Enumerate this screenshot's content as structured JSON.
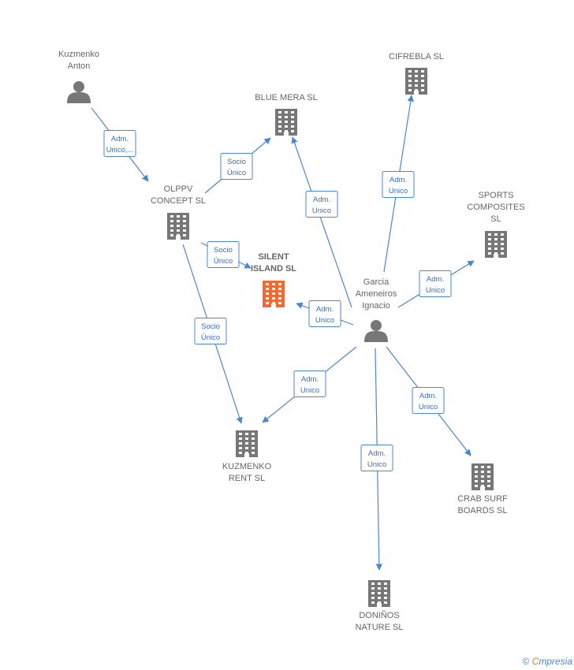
{
  "nodes": [
    {
      "id": "kuzmenko_anton",
      "kind": "person",
      "label": [
        "Kuzmenko",
        "Anton"
      ],
      "color": "#777777",
      "main": false
    },
    {
      "id": "cifrebla",
      "kind": "company",
      "label": [
        "CIFREBLA  SL"
      ],
      "color": "#777777",
      "main": false
    },
    {
      "id": "blue_mera",
      "kind": "company",
      "label": [
        "BLUE MERA  SL"
      ],
      "color": "#777777",
      "main": false
    },
    {
      "id": "olppv",
      "kind": "company",
      "label": [
        "OLPPV",
        "CONCEPT  SL"
      ],
      "color": "#777777",
      "main": false
    },
    {
      "id": "sports",
      "kind": "company",
      "label": [
        "SPORTS",
        "COMPOSITES",
        "SL"
      ],
      "color": "#777777",
      "main": false
    },
    {
      "id": "silent_island",
      "kind": "company",
      "label": [
        "SILENT",
        "ISLAND  SL"
      ],
      "color": "#f06a35",
      "main": true
    },
    {
      "id": "garcia",
      "kind": "person",
      "label": [
        "Garcia",
        "Ameneiros",
        "Ignacio"
      ],
      "color": "#777777",
      "main": false
    },
    {
      "id": "kuzmenko_rent",
      "kind": "company",
      "label": [
        "KUZMENKO",
        "RENT  SL"
      ],
      "color": "#777777",
      "main": false
    },
    {
      "id": "crab_surf",
      "kind": "company",
      "label": [
        "CRAB SURF",
        "BOARDS  SL"
      ],
      "color": "#777777",
      "main": false
    },
    {
      "id": "donios",
      "kind": "company",
      "label": [
        "DONIÑOS",
        "NATURE  SL"
      ],
      "color": "#777777",
      "main": false
    }
  ],
  "edges": [
    {
      "from": "kuzmenko_anton",
      "to": "olppv",
      "label": [
        "Adm.",
        "Unico,..."
      ]
    },
    {
      "from": "olppv",
      "to": "blue_mera",
      "label": [
        "Socio",
        "Único"
      ]
    },
    {
      "from": "olppv",
      "to": "silent_island",
      "label": [
        "Socio",
        "Único"
      ]
    },
    {
      "from": "olppv",
      "to": "kuzmenko_rent",
      "label": [
        "Socio",
        "Único"
      ]
    },
    {
      "from": "garcia",
      "to": "blue_mera",
      "label": [
        "Adm.",
        "Unico"
      ]
    },
    {
      "from": "garcia",
      "to": "cifrebla",
      "label": [
        "Adm.",
        "Unico"
      ]
    },
    {
      "from": "garcia",
      "to": "sports",
      "label": [
        "Adm.",
        "Unico"
      ]
    },
    {
      "from": "garcia",
      "to": "silent_island",
      "label": [
        "Adm.",
        "Unico"
      ]
    },
    {
      "from": "garcia",
      "to": "kuzmenko_rent",
      "label": [
        "Adm.",
        "Unico"
      ]
    },
    {
      "from": "garcia",
      "to": "crab_surf",
      "label": [
        "Adm.",
        "Unico"
      ]
    },
    {
      "from": "garcia",
      "to": "donios",
      "label": [
        "Adm.",
        "Unico"
      ]
    }
  ],
  "footer": {
    "copyright_symbol": "©",
    "brand_first": "C",
    "brand_rest": "mpresia"
  },
  "colors": {
    "edge": "#4a86d4",
    "node": "#777777",
    "main_node": "#f06a35"
  }
}
